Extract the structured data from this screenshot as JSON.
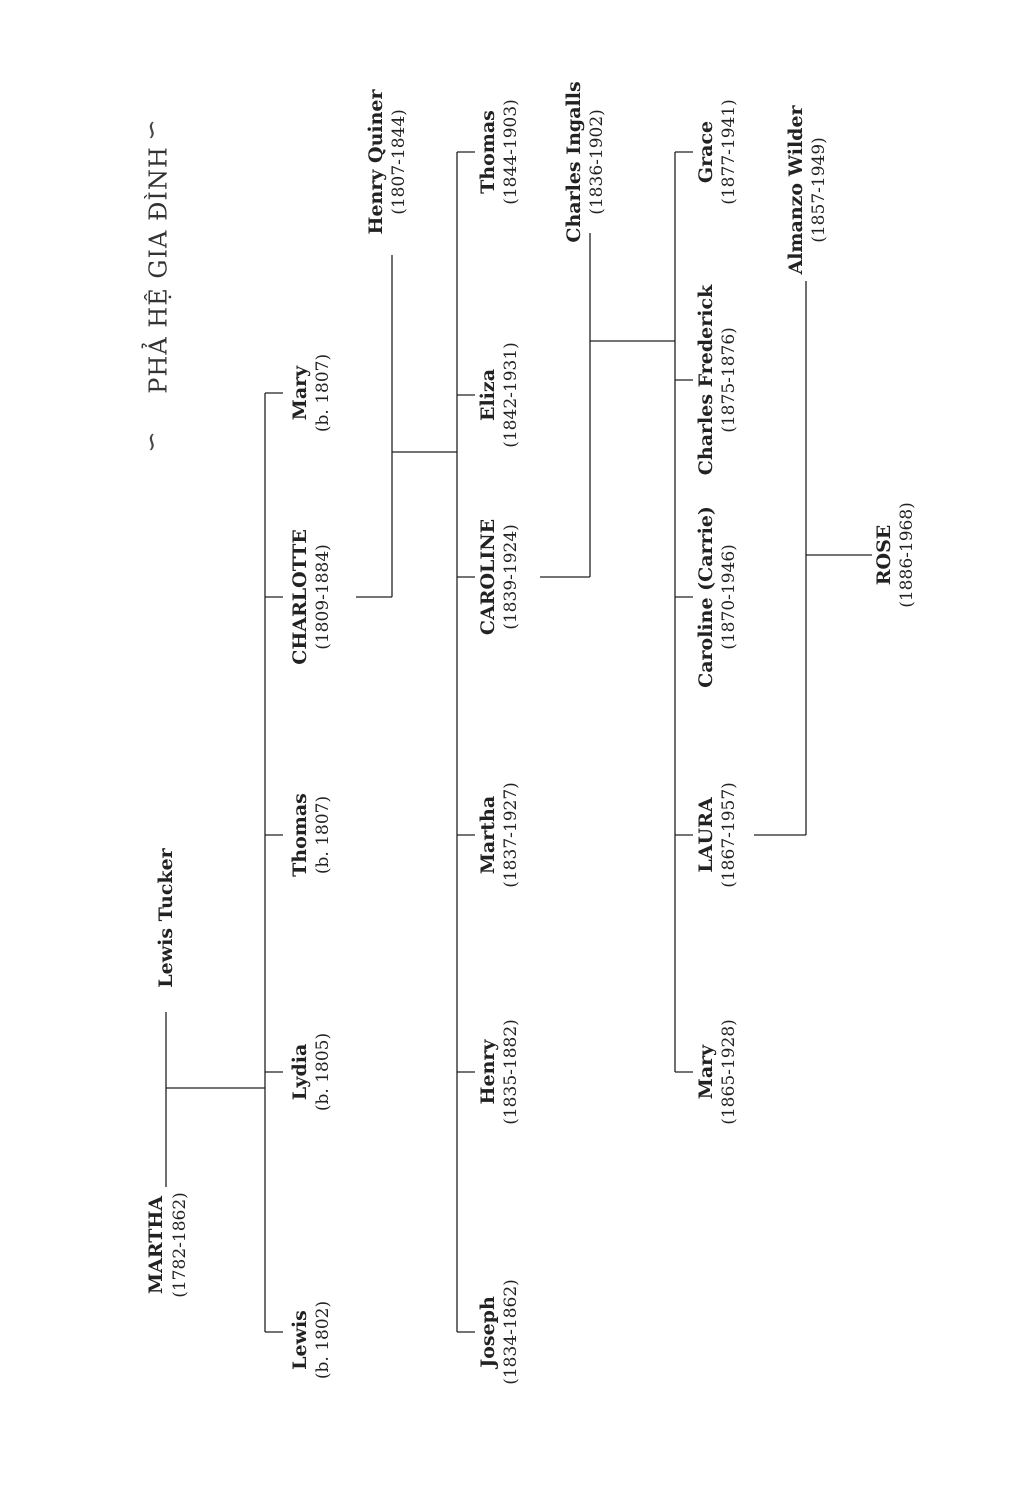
{
  "title": "PHẢ HỆ GIA ĐÌNH",
  "ornament_left": "∽",
  "ornament_right": "∽",
  "people": {
    "martha_grand": {
      "name": "MARTHA",
      "dates": "(1782-1862)"
    },
    "lewis_tucker": {
      "name": "Lewis Tucker",
      "dates": ""
    },
    "lewis": {
      "name": "Lewis",
      "dates": "(b. 1802)"
    },
    "lydia": {
      "name": "Lydia",
      "dates": "(b. 1805)"
    },
    "thomas_1807": {
      "name": "Thomas",
      "dates": "(b. 1807)"
    },
    "charlotte": {
      "name": "CHARLOTTE",
      "dates": "(1809-1884)"
    },
    "mary_1807": {
      "name": "Mary",
      "dates": "(b. 1807)"
    },
    "henry_quiner": {
      "name": "Henry Quiner",
      "dates": "(1807-1844)"
    },
    "joseph": {
      "name": "Joseph",
      "dates": "(1834-1862)"
    },
    "henry": {
      "name": "Henry",
      "dates": "(1835-1882)"
    },
    "martha": {
      "name": "Martha",
      "dates": "(1837-1927)"
    },
    "caroline": {
      "name": "CAROLINE",
      "dates": "(1839-1924)"
    },
    "eliza": {
      "name": "Eliza",
      "dates": "(1842-1931)"
    },
    "thomas_1844": {
      "name": "Thomas",
      "dates": "(1844-1903)"
    },
    "charles_ingalls": {
      "name": "Charles Ingalls",
      "dates": "(1836-1902)"
    },
    "mary_1865": {
      "name": "Mary",
      "dates": "(1865-1928)"
    },
    "laura": {
      "name": "LAURA",
      "dates": "(1867-1957)"
    },
    "carrie": {
      "name": "Caroline (Carrie)",
      "dates": "(1870-1946)"
    },
    "charles_frederick": {
      "name": "Charles Frederick",
      "dates": "(1875-1876)"
    },
    "grace": {
      "name": "Grace",
      "dates": "(1877-1941)"
    },
    "almanzo": {
      "name": "Almanzo Wilder",
      "dates": "(1857-1949)"
    },
    "rose": {
      "name": "ROSE",
      "dates": "(1886-1968)"
    }
  }
}
